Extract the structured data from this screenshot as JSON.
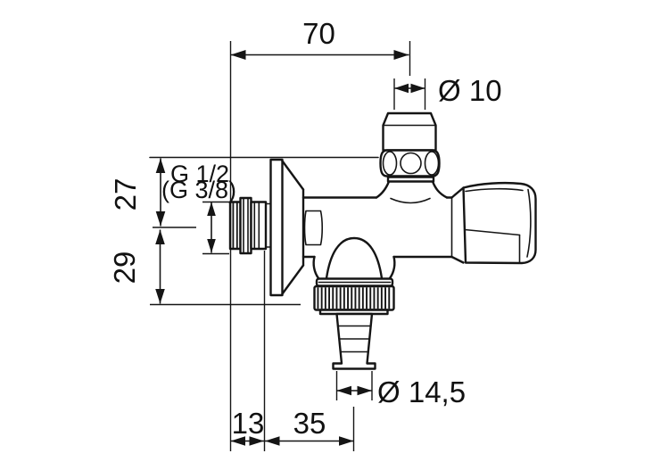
{
  "drawing": {
    "type": "technical-dimension-drawing",
    "subject": "combination-angle-valve",
    "background_color": "#ffffff",
    "line_color": "#151515",
    "dimensions": {
      "top_width": "70",
      "top_outlet_diameter": "Ø 10",
      "thread_size": "G 1/2",
      "thread_size_alt": "(G 3/8)",
      "upper_height": "27",
      "lower_height": "29",
      "wall_offset": "13",
      "outlet_offset": "35",
      "hose_diameter": "Ø 14,5"
    }
  }
}
